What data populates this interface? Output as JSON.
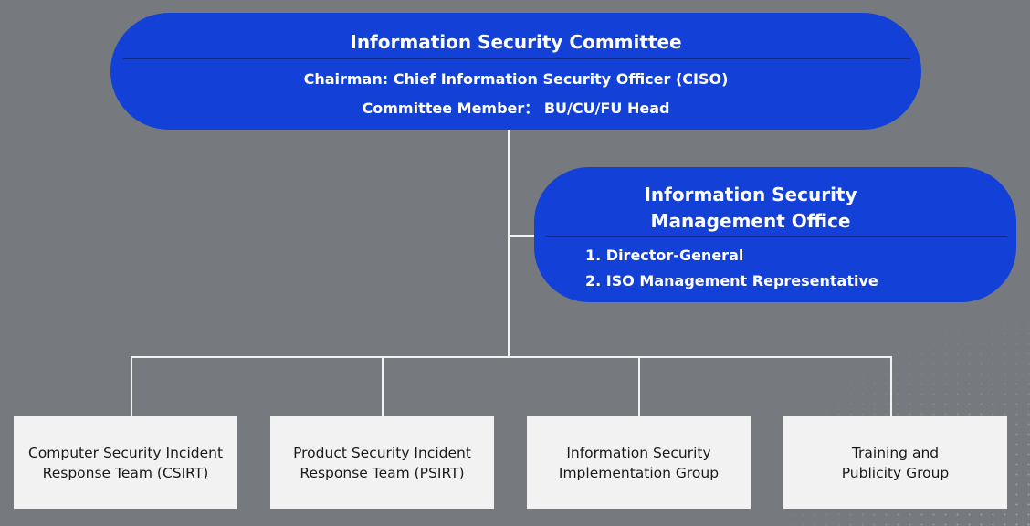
{
  "committee": {
    "title": "Information Security Committee",
    "chairman": "Chairman: Chief Information Security Officer (CISO)",
    "members": "Committee Member： BU/CU/FU Head"
  },
  "office": {
    "title_line1": "Information Security",
    "title_line2": "Management Office",
    "items": [
      "1. Director-General",
      "2. ISO Management Representative"
    ]
  },
  "groups": [
    {
      "line1": "Computer Security Incident",
      "line2": "Response Team (CSIRT)"
    },
    {
      "line1": "Product Security Incident",
      "line2": "Response Team (PSIRT)"
    },
    {
      "line1": "Information Security",
      "line2": "Implementation Group"
    },
    {
      "line1": "Training and",
      "line2": "Publicity Group"
    }
  ],
  "colors": {
    "background": "#76797d",
    "pill": "#1340d6",
    "box": "#f2f2f2",
    "connector": "#f2f2f2"
  }
}
